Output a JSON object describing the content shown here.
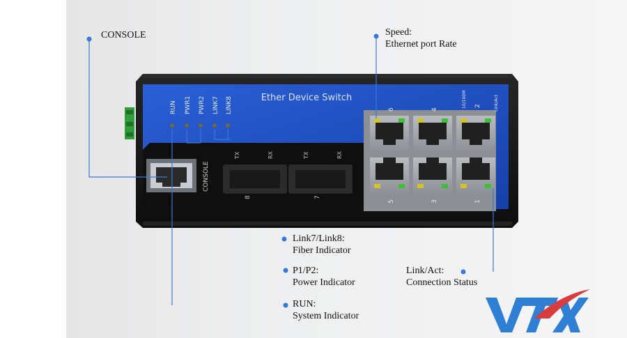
{
  "device": {
    "title": "Ether Device Switch",
    "led_labels": [
      "RUN",
      "PWR1",
      "PWR2",
      "LINK7",
      "LINK8"
    ],
    "console_port_label": "CONSOLE",
    "fiber_tx_rx_labels": [
      "TX",
      "RX",
      "TX",
      "RX"
    ],
    "fiber_port_numbers": [
      "8",
      "7"
    ],
    "rj45_top_numbers": [
      "6",
      "4",
      "2"
    ],
    "rj45_bottom_numbers": [
      "5",
      "3",
      "1"
    ],
    "speed_label": "10/100M",
    "linkact_label": "Link/Act"
  },
  "callouts": {
    "console": {
      "line1": "CONSOLE"
    },
    "speed": {
      "line1": "Speed:",
      "line2": "Ethernet port Rate"
    },
    "fiber": {
      "line1": "Link7/Link8:",
      "line2": "Fiber Indicator"
    },
    "power": {
      "line1": "P1/P2:",
      "line2": "Power Indicator"
    },
    "link": {
      "line1": "Link/Act:",
      "line2": "Connection Status"
    },
    "run": {
      "line1": "RUN:",
      "line2": "System Indicator"
    }
  },
  "logo": {
    "text": "VTX"
  },
  "colors": {
    "accent": "#3a78d6",
    "panel_blue": "#1e4fc4",
    "body_black": "#151515",
    "led_yellow": "#d4c227",
    "led_green": "#3ec13a"
  }
}
